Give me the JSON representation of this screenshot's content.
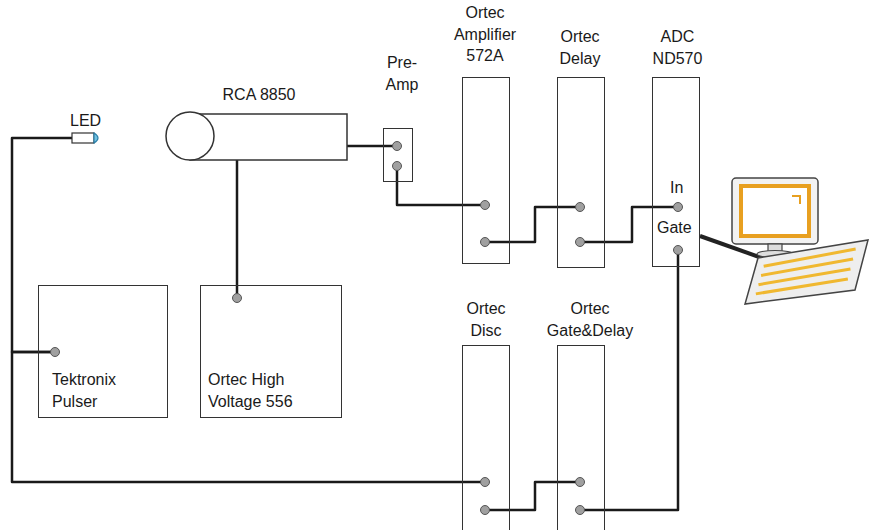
{
  "diagram": {
    "nodes": [
      {
        "text": [
          "LED"
        ]
      },
      {
        "text": [
          "RCA 8850"
        ]
      },
      {
        "text": [
          "Pre-Amp"
        ]
      },
      {
        "text": [
          "Ortec Amplifier 572A"
        ]
      },
      {
        "text": [
          "Ortec Delay"
        ]
      },
      {
        "text": [
          "ADC ND570",
          "In",
          "Gate"
        ]
      },
      {
        "text": [
          "Tektronix Pulser"
        ]
      },
      {
        "text": [
          "Ortec High Voltage 556"
        ]
      },
      {
        "text": [
          "Ortec Disc"
        ]
      },
      {
        "text": [
          "Ortec Gate&Delay"
        ]
      }
    ],
    "edges": [
      {
        "from": 6,
        "to": 0,
        "arrow": "none"
      },
      {
        "from": 6,
        "to": 8,
        "arrow": "none"
      },
      {
        "from": 7,
        "to": 1,
        "arrow": "none"
      },
      {
        "from": 1,
        "to": 2,
        "arrow": "none"
      },
      {
        "from": 2,
        "to": 3,
        "arrow": "none"
      },
      {
        "from": 3,
        "to": 4,
        "arrow": "none"
      },
      {
        "from": 4,
        "to": 5,
        "arrow": "none"
      },
      {
        "from": 8,
        "to": 9,
        "arrow": "none"
      },
      {
        "from": 9,
        "to": 5,
        "arrow": "none"
      }
    ]
  }
}
